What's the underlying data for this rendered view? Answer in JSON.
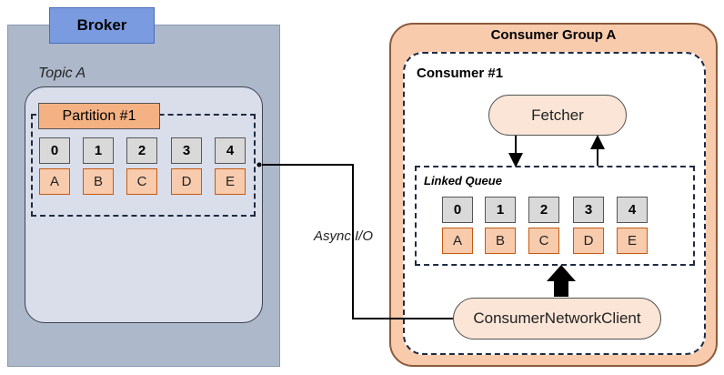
{
  "broker": {
    "title": "Broker",
    "topic_label": "Topic A",
    "partition_label": "Partition #1",
    "cells": [
      {
        "index": "0",
        "value": "A"
      },
      {
        "index": "1",
        "value": "B"
      },
      {
        "index": "2",
        "value": "C"
      },
      {
        "index": "3",
        "value": "D"
      },
      {
        "index": "4",
        "value": "E"
      }
    ]
  },
  "consumer_group": {
    "title": "Consumer Group A",
    "consumer_title": "Consumer #1",
    "fetcher_label": "Fetcher",
    "queue_label": "Linked Queue",
    "cells": [
      {
        "index": "0",
        "value": "A"
      },
      {
        "index": "1",
        "value": "B"
      },
      {
        "index": "2",
        "value": "C"
      },
      {
        "index": "3",
        "value": "D"
      },
      {
        "index": "4",
        "value": "E"
      }
    ],
    "network_client_label": "ConsumerNetworkClient"
  },
  "connection": {
    "label": "Async I/O"
  },
  "colors": {
    "broker_bg": "#adb9ca",
    "broker_title_bg": "#7b9be0",
    "topic_bg": "#d9deea",
    "partition_label_bg": "#f4b183",
    "cell_index_bg": "#d9d9d9",
    "cell_value_bg": "#f8cbad",
    "group_bg": "#f8cbad",
    "pill_bg": "#fbe5d6"
  }
}
